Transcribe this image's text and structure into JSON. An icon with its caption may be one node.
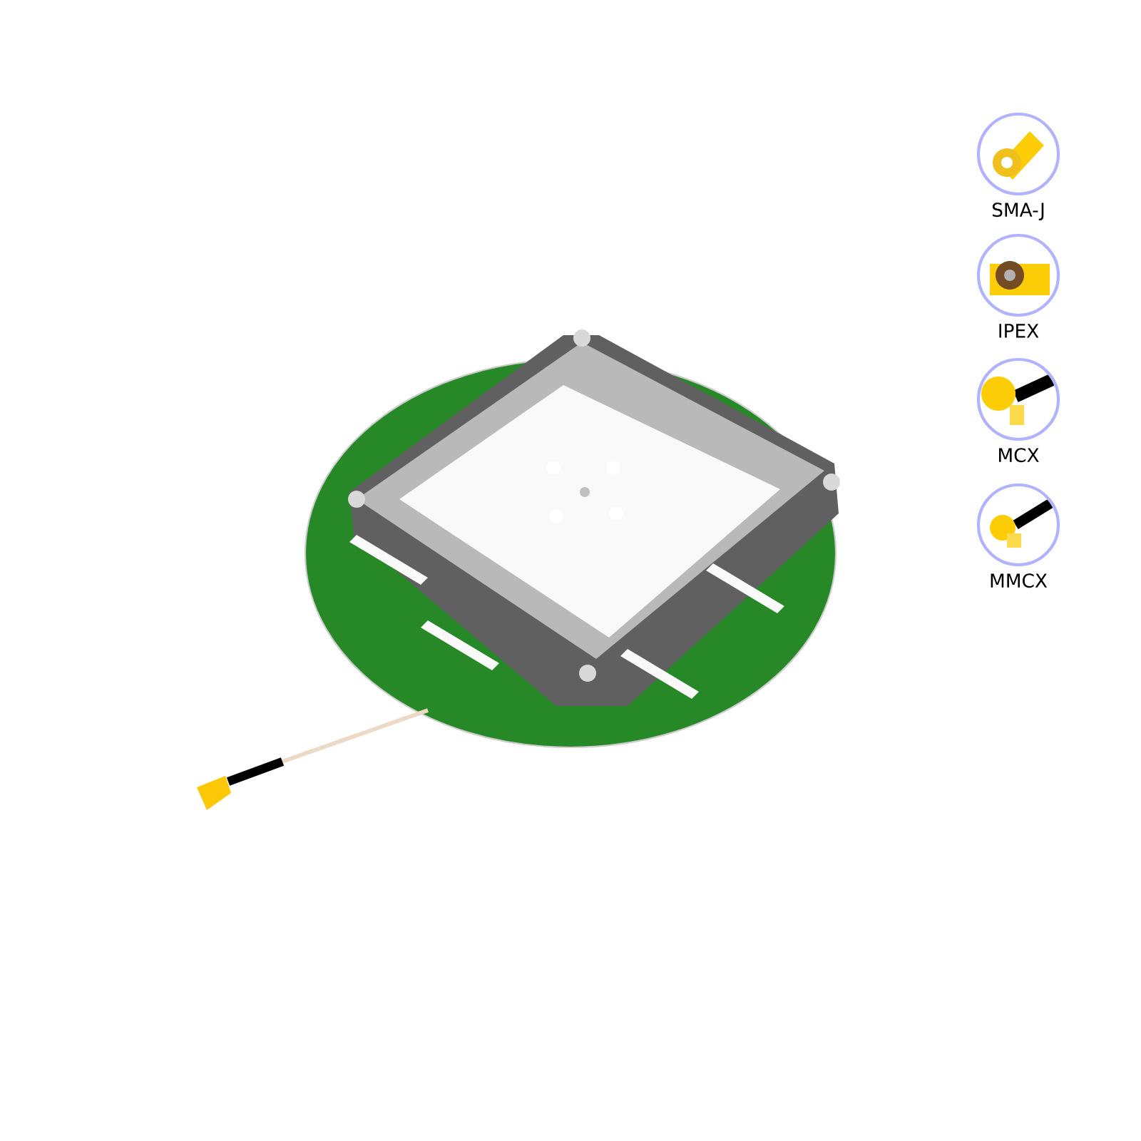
{
  "diagram": {
    "nodes": [
      {
        "text": [
          "SMA-J"
        ]
      },
      {
        "text": [
          "IPEX"
        ]
      },
      {
        "text": [
          "MCX"
        ]
      },
      {
        "text": [
          "MMCX"
        ]
      }
    ]
  }
}
